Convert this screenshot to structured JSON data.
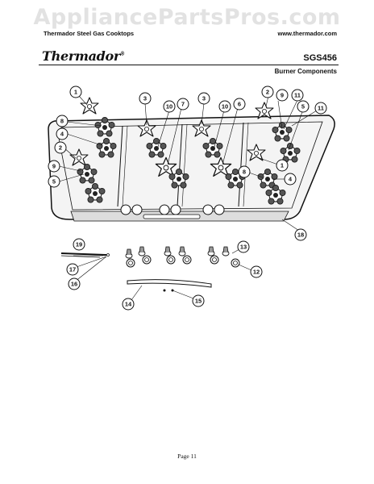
{
  "watermark": "AppliancePartsPros.com",
  "header": {
    "product_line": "Thermador Steel Gas Cooktops",
    "website": "www.thermador.com",
    "brand": "Thermador",
    "trademark": "®",
    "model": "SGS456",
    "section_title": "Burner Components"
  },
  "callouts": [
    "1",
    "2",
    "3",
    "4",
    "5",
    "6",
    "7",
    "8",
    "9",
    "10",
    "11",
    "12",
    "13",
    "14",
    "15",
    "16",
    "17",
    "18",
    "19"
  ],
  "footer": {
    "page": "Page 11"
  },
  "colors": {
    "line": "#111111",
    "watermark": "#e2e2e2",
    "background": "#ffffff"
  }
}
